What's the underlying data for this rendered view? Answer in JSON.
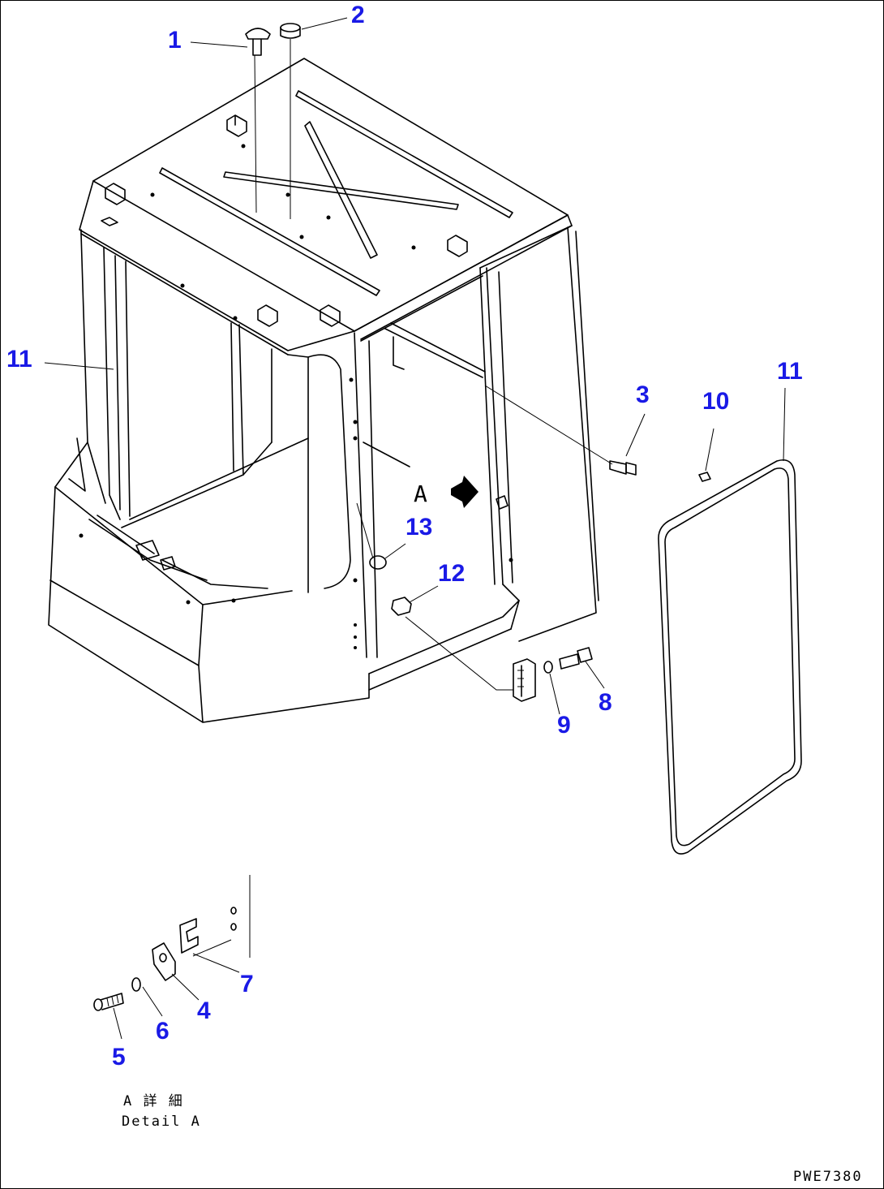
{
  "callouts": {
    "c1": "1",
    "c2": "2",
    "c3": "3",
    "c4": "4",
    "c5": "5",
    "c6": "6",
    "c7": "7",
    "c8": "8",
    "c9": "9",
    "c10": "10",
    "c11a": "11",
    "c11b": "11",
    "c12": "12",
    "c13": "13"
  },
  "view_label": "A",
  "detail_caption_jp": "A 詳 細",
  "detail_caption_en": "Detail A",
  "drawing_code": "PWE7380",
  "colors": {
    "callout": "#1a1ae6",
    "line": "#000000"
  }
}
